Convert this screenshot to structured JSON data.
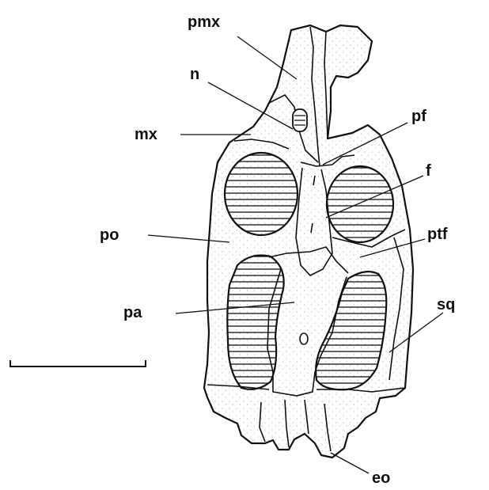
{
  "figure": {
    "labels": {
      "pmx": "pmx",
      "n": "n",
      "mx": "mx",
      "pf": "pf",
      "f": "f",
      "po": "po",
      "ptf": "ptf",
      "pa": "pa",
      "sq": "sq",
      "eo": "eo"
    },
    "scale_bar": "",
    "colors": {
      "ink": "#111111",
      "background": "#ffffff"
    }
  }
}
